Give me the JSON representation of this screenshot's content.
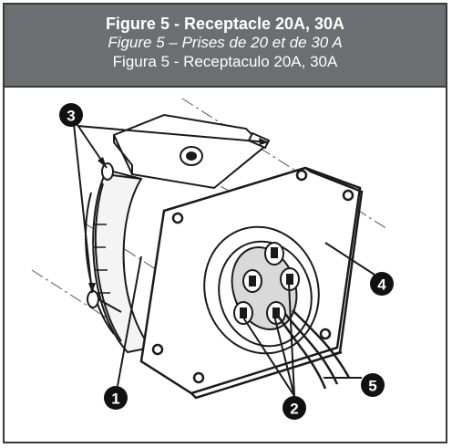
{
  "figure": {
    "title_en": "Figure 5 - Receptacle 20A, 30A",
    "title_fr": "Figure 5 – Prises de 20 et de 30 A",
    "title_es": "Figura 5 - Receptaculo 20A, 30A"
  },
  "callouts": [
    "1",
    "2",
    "3",
    "4",
    "5"
  ],
  "colors": {
    "header_bg": "#6d6e71",
    "callout_bg": "#111111",
    "line": "#222222"
  }
}
